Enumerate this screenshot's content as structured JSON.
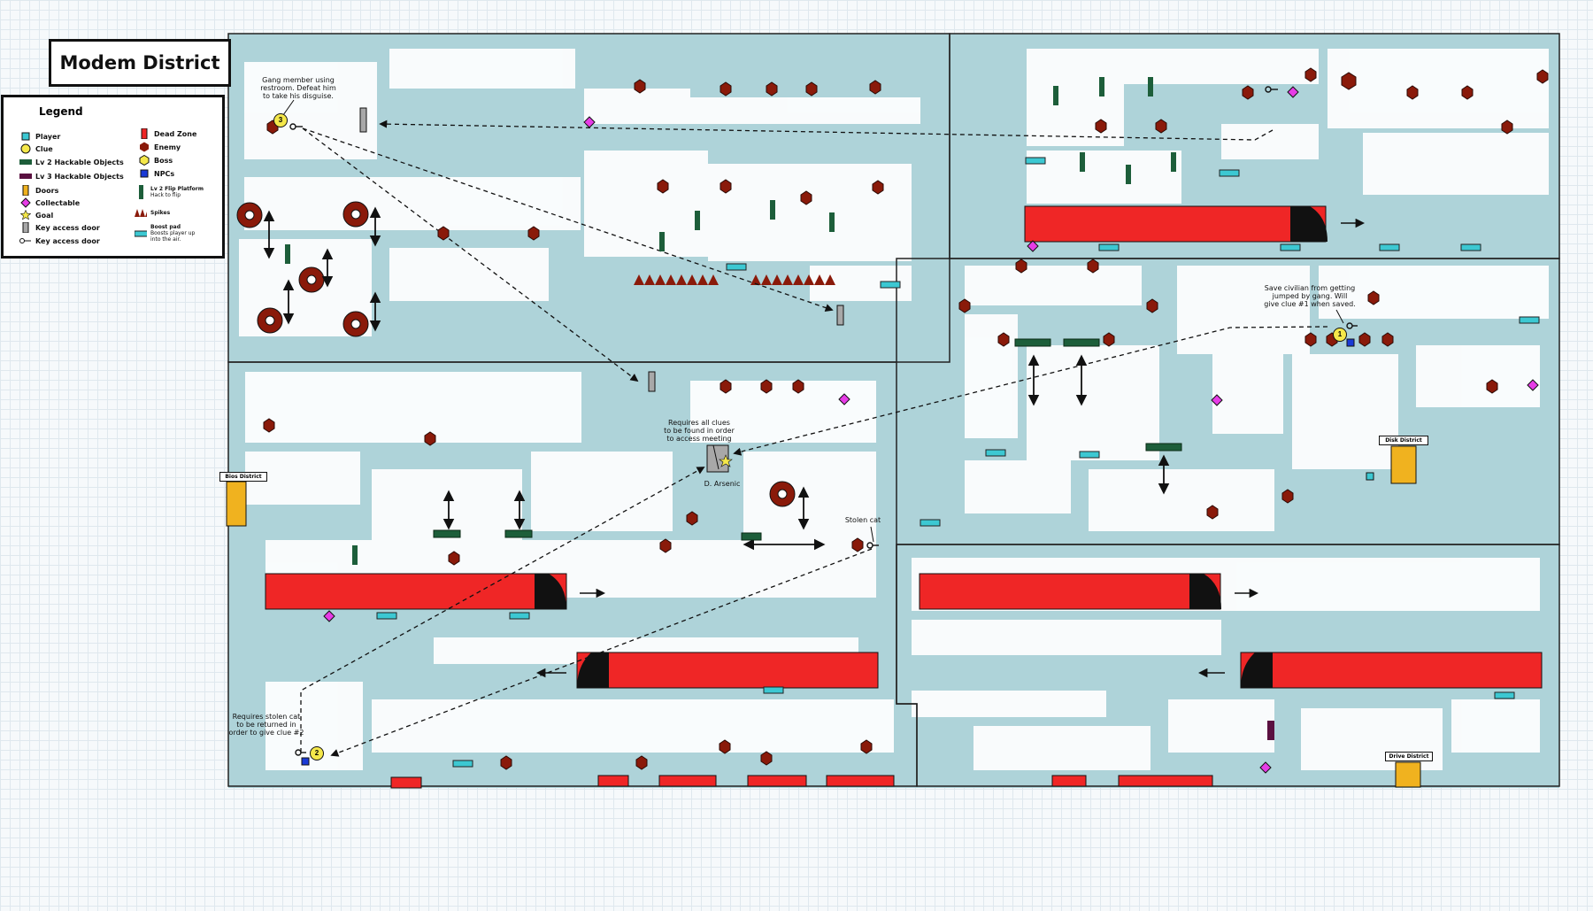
{
  "title": "Modem District",
  "legend": {
    "heading": "Legend",
    "items": [
      {
        "label": "Player",
        "icon": "player-icon"
      },
      {
        "label": "Clue",
        "icon": "clue-icon"
      },
      {
        "label": "Lv 2 Hackable Objects",
        "icon": "lv2-hackable-icon"
      },
      {
        "label": "Lv 3 Hackable Objects",
        "icon": "lv3-hackable-icon"
      },
      {
        "label": "Doors",
        "icon": "door-icon"
      },
      {
        "label": "Collectable",
        "icon": "collectable-icon"
      },
      {
        "label": "Goal",
        "icon": "goal-icon"
      },
      {
        "label": "Key access door",
        "icon": "key-door-icon"
      },
      {
        "label": "Key access door",
        "icon": "key-icon"
      },
      {
        "label": "Dead Zone",
        "icon": "dead-zone-icon"
      },
      {
        "label": "Enemy",
        "icon": "enemy-icon"
      },
      {
        "label": "Boss",
        "icon": "boss-icon"
      },
      {
        "label": "NPCs",
        "icon": "npc-icon"
      },
      {
        "label": "Lv 2 Flip Platform",
        "sub": "Hack to flip",
        "icon": "flip-platform-icon"
      },
      {
        "label": "Spikes",
        "icon": "spikes-icon"
      },
      {
        "label": "Boost pad",
        "sub": "Boosts player up into the air.",
        "icon": "boost-pad-icon"
      }
    ]
  },
  "notes": {
    "gang": "Gang member using restroom. Defeat him to take his disguise.",
    "allclues": "Requires all clues to be found in order to access meeting",
    "boss": "D. Arsenic",
    "cat": "Stolen cat",
    "civilian": "Save civilian from getting jumped by gang. Will give clue #1 when saved.",
    "returncat": "Requires stolen cat to be returned in order to give clue #2"
  },
  "doors": {
    "bios": "Bios District",
    "disk": "Disk District",
    "drive": "Drive District"
  },
  "clue_numbers": [
    "3",
    "1",
    "2"
  ],
  "colors": {
    "wall": "#aed3d9",
    "train": "#ef2626",
    "enemy": "#8a1a0a",
    "collectable": "#e63ce6",
    "lv2": "#1d5e3a",
    "lv3": "#5a1040",
    "door": "#f0b21f",
    "boost": "#3cc8d2"
  }
}
